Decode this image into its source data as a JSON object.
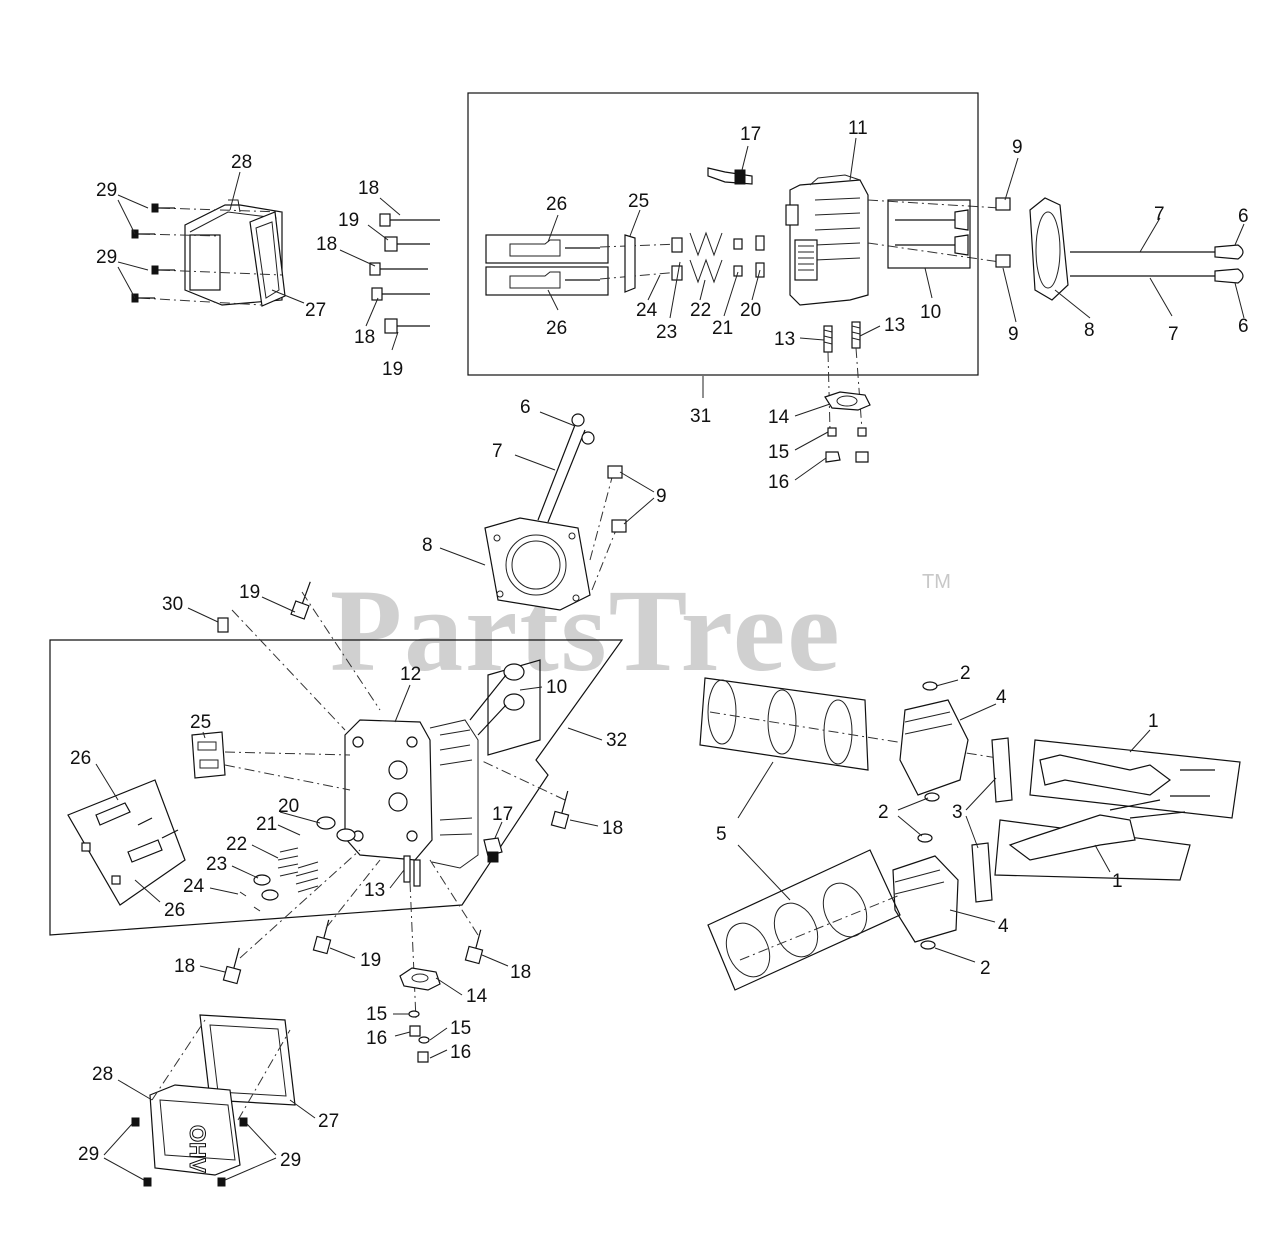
{
  "watermark": {
    "text": "PartsTree",
    "trademark": "TM"
  },
  "callouts": [
    "1",
    "2",
    "3",
    "4",
    "5",
    "6",
    "7",
    "8",
    "9",
    "10",
    "11",
    "12",
    "13",
    "14",
    "15",
    "16",
    "17",
    "18",
    "19",
    "20",
    "21",
    "22",
    "23",
    "24",
    "25",
    "26",
    "27",
    "28",
    "29",
    "30",
    "31",
    "32"
  ],
  "colors": {
    "line": "#111111",
    "watermark": "#d0d0d0",
    "background": "#ffffff"
  }
}
